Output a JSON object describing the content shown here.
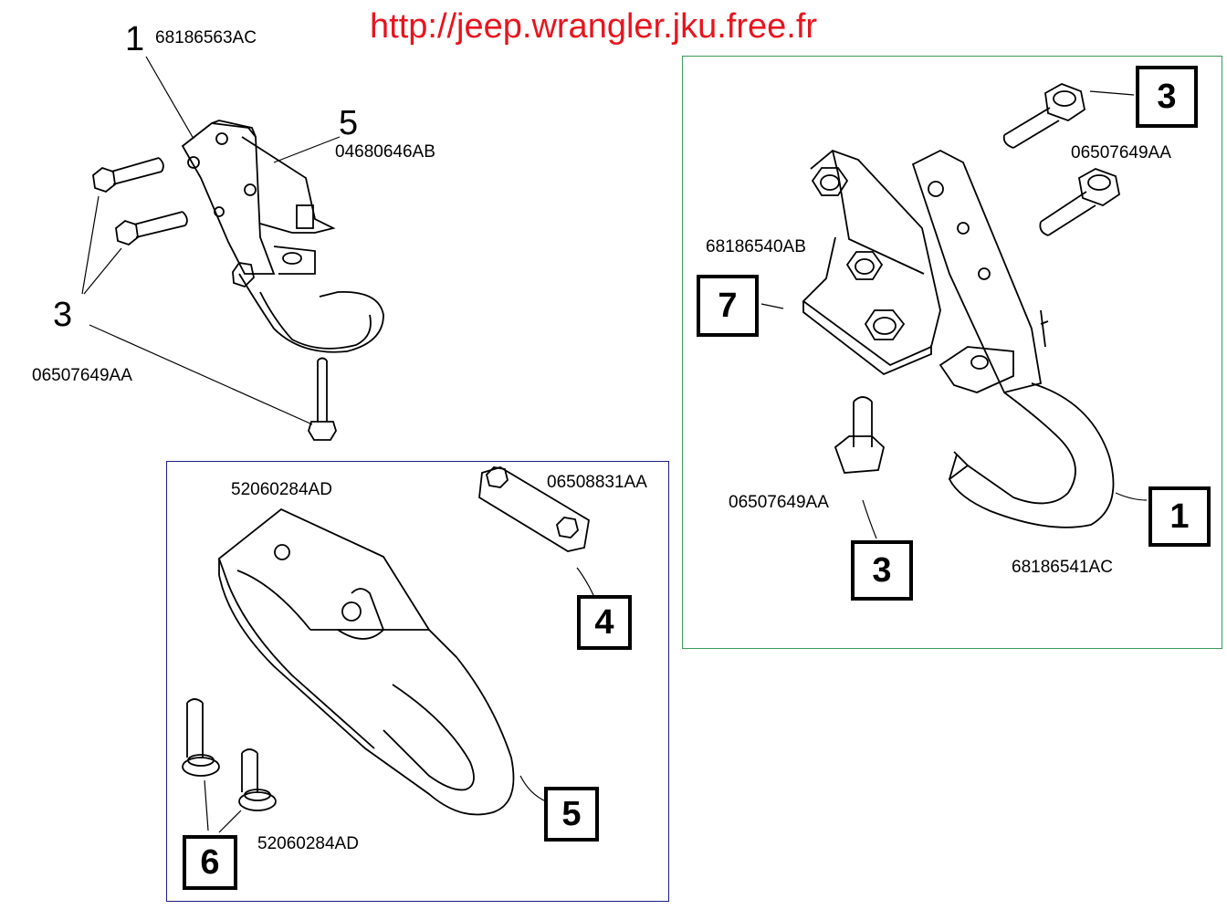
{
  "header": {
    "url": "http://jeep.wrangler.jku.free.fr"
  },
  "diagram_top_left": {
    "callouts": {
      "c1": "1",
      "c5": "5",
      "c3": "3"
    },
    "part_numbers": {
      "hook": "68186563AC",
      "bracket": "04680646AB",
      "bolt": "06507649AA"
    }
  },
  "diagram_bottom": {
    "callouts": {
      "c4": "4",
      "c5": "5",
      "c6": "6"
    },
    "part_numbers": {
      "hook": "52060284AD",
      "plate": "06508831AA",
      "bolts": "52060284AD"
    }
  },
  "diagram_right": {
    "callouts": {
      "c3_top": "3",
      "c7": "7",
      "c3_bottom": "3",
      "c1": "1"
    },
    "part_numbers": {
      "bolt_top": "06507649AA",
      "bracket": "68186540AB",
      "bolt_bottom": "06507649AA",
      "hook": "68186541AC"
    }
  }
}
